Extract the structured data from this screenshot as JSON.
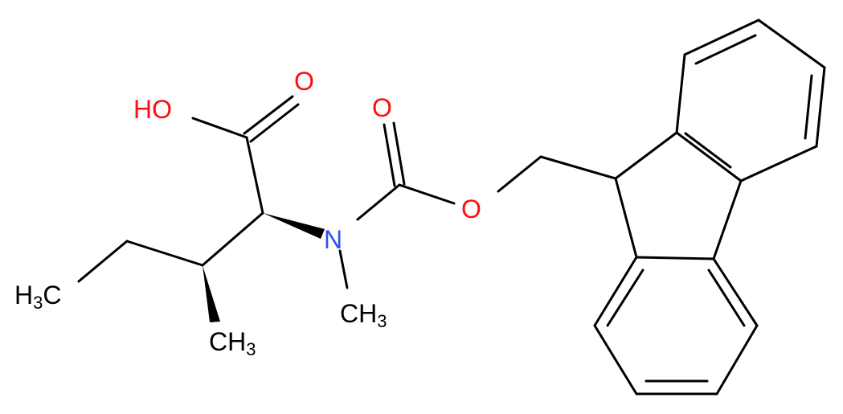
{
  "molecule": {
    "atom_labels": {
      "oh": "HO",
      "o_acid": "O",
      "o_carbonyl": "O",
      "o_ester": "O",
      "n": "N",
      "ch3_n": "CH",
      "ch3_n_sub": "3",
      "ch3_beta": "CH",
      "ch3_beta_sub": "3",
      "h3c_ethyl": "H",
      "h3c_ethyl_sub": "3",
      "h3c_ethyl_c": "C"
    },
    "colors": {
      "bond": "#000000",
      "oxygen": "#ff0d0d",
      "nitrogen": "#3050f8",
      "carbon": "#000000"
    }
  }
}
